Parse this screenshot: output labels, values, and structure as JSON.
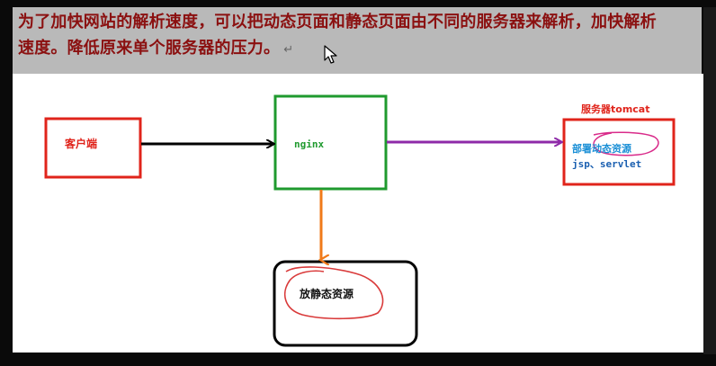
{
  "header": {
    "line1": "为了加快网站的解析速度，可以把动态页面和静态页面由不同的服务器来解析，加快解析",
    "line2": "速度。降低原来单个服务器的压力。",
    "enter_mark": "↵"
  },
  "diagram": {
    "client_label": "客户端",
    "nginx_label": "nginx",
    "server_title": "服务器tomcat",
    "dynamic_label": "部署动态资源",
    "jsp_label": "jsp、servlet",
    "static_label": "放静态资源"
  },
  "colors": {
    "header_text": "#8b1010",
    "red_box": "#e0241b",
    "green_box": "#1f9a2e",
    "purple_arrow": "#8e2aa8",
    "orange_arrow": "#f07a1a",
    "black_box": "#000000"
  }
}
